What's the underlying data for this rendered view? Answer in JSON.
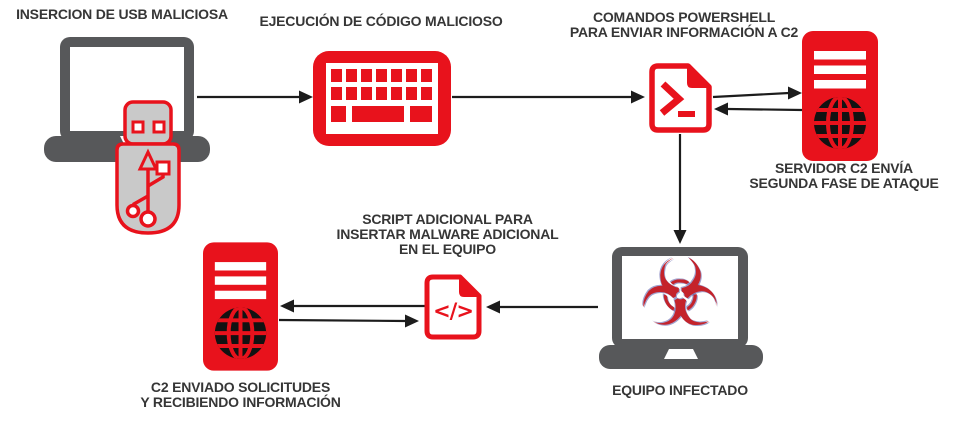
{
  "colors": {
    "red": "#e8121c",
    "dark": "#57585a",
    "gray": "#c9c9c9",
    "arrow": "#1c1c1c",
    "text": "#363636",
    "bio": "#c4232b",
    "globe": "#121212"
  },
  "nodes": {
    "usb_insertion": {
      "label": "INSERCION DE USB MALICIOSA"
    },
    "code_execution": {
      "label": "EJECUCIÓN DE CÓDIGO MALICIOSO"
    },
    "powershell": {
      "line1": "COMANDOS POWERSHELL",
      "line2": "PARA ENVIAR INFORMACIÓN A C2"
    },
    "c2_right": {
      "line1": "SERVIDOR C2 ENVÍA",
      "line2": "SEGUNDA FASE DE ATAQUE"
    },
    "infected": {
      "label": "EQUIPO INFECTADO"
    },
    "script": {
      "line1": "SCRIPT ADICIONAL PARA",
      "line2": "INSERTAR MALWARE ADICIONAL",
      "line3": "EN EL EQUIPO"
    },
    "c2_left": {
      "line1": "C2 ENVIADO SOLICITUDES",
      "line2": "Y RECIBIENDO INFORMACIÓN"
    }
  },
  "glyphs": {
    "biohazard": "☣",
    "code": "</>"
  }
}
